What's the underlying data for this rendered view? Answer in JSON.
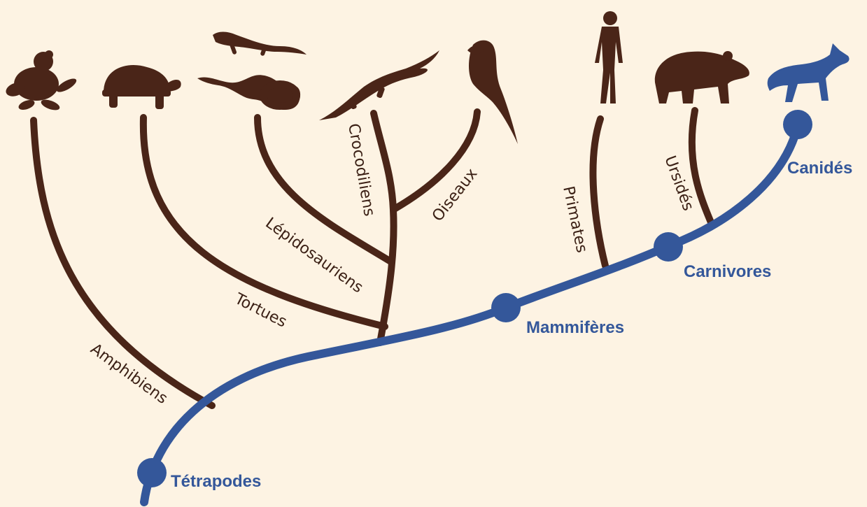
{
  "lineage_nodes": [
    {
      "name": "Tétrapodes",
      "color": "#34579a"
    },
    {
      "name": "Mammifères",
      "color": "#34579a"
    },
    {
      "name": "Carnivores",
      "color": "#34579a"
    },
    {
      "name": "Canidés",
      "color": "#34579a"
    }
  ],
  "clades": {
    "amphibiens": "Amphibiens",
    "tortues": "Tortues",
    "lepidosauriens": "Lépidosauriens",
    "crocodiliens": "Crocodiliens",
    "oiseaux": "Oiseaux",
    "primates": "Primates",
    "ursides": "Ursidés"
  },
  "silhouettes": [
    {
      "icon": "frog-icon"
    },
    {
      "icon": "tortoise-icon"
    },
    {
      "icon": "lizard-icon"
    },
    {
      "icon": "snake-icon"
    },
    {
      "icon": "crocodile-icon"
    },
    {
      "icon": "parrot-icon"
    },
    {
      "icon": "human-icon"
    },
    {
      "icon": "bear-icon"
    },
    {
      "icon": "wolf-icon"
    }
  ],
  "colors": {
    "background": "#fdf3e3",
    "branch": "#4a2518",
    "highlight_lineage": "#34579a"
  }
}
